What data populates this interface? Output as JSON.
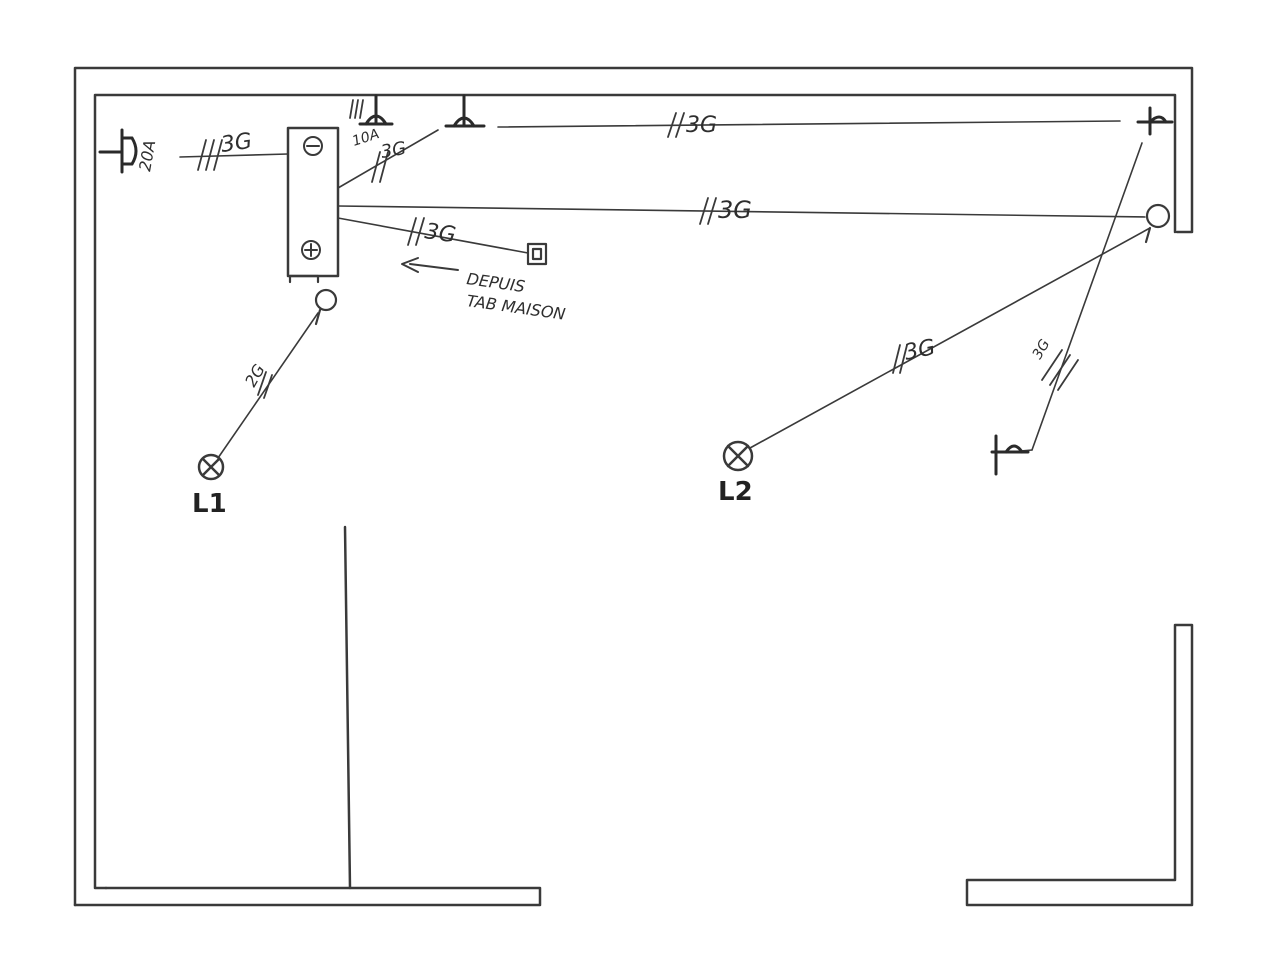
{
  "diagram": {
    "panel": {
      "top_symbol": "⊖",
      "bottom_symbol": "⊕"
    },
    "breaker_ratings": {
      "socket_left": "20A",
      "socket_top": "10A"
    },
    "cable_labels": {
      "socket_left": "3G",
      "socket_top": "3G",
      "socket_right": "3G",
      "switch_right": "3G",
      "junction_box": "3G",
      "lamp_l1": "2G",
      "lamp_l2": "3G",
      "return_switch": "3G"
    },
    "supply_note": {
      "line1": "DEPUIS",
      "line2": "TAB MAISON"
    },
    "lamps": {
      "l1": "L1",
      "l2": "L2"
    },
    "colors": {
      "ink": "#3a3a3a",
      "paper": "#ffffff"
    },
    "icons": {
      "socket": "socket-icon",
      "switch": "switch-icon",
      "lamp": "lamp-icon",
      "junction_box": "junction-box-icon",
      "arrow": "arrow-left-icon"
    }
  }
}
